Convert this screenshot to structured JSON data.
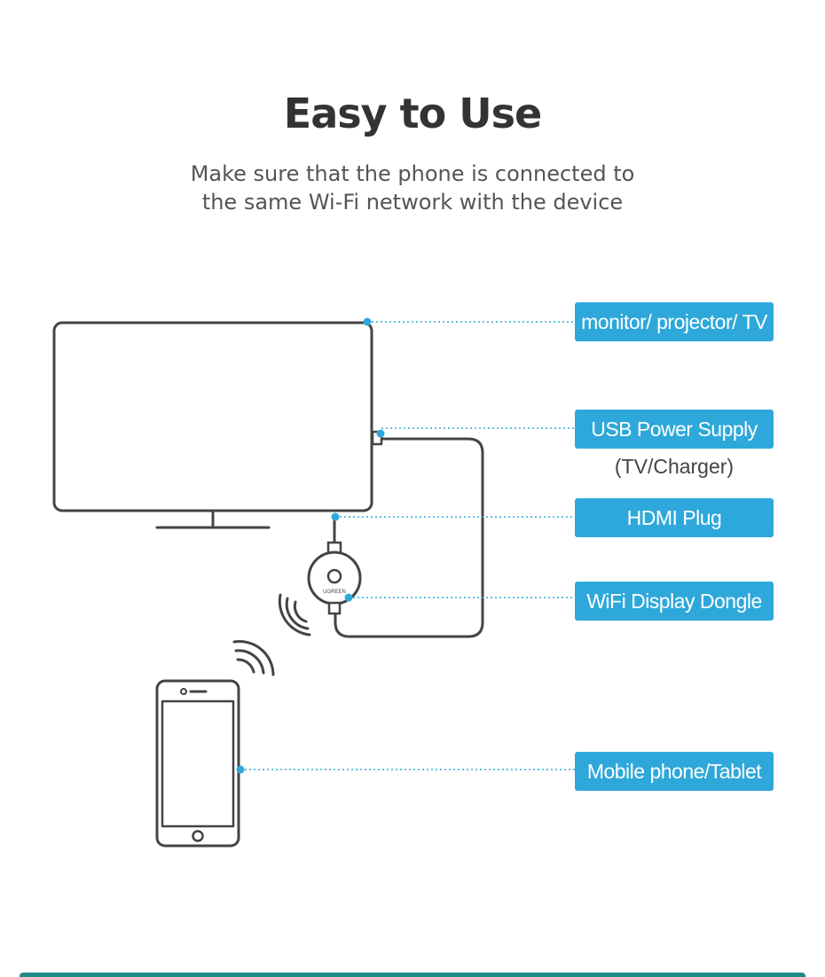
{
  "header": {
    "title": "Easy to Use",
    "subtitle_line1": "Make sure that the phone is connected to",
    "subtitle_line2": "the same Wi-Fi network with the device"
  },
  "labels": {
    "monitor": "monitor/ projector/ TV",
    "usb_power": "USB Power Supply",
    "usb_power_note": "(TV/Charger)",
    "hdmi": "HDMI Plug",
    "dongle": "WiFi Display Dongle",
    "phone": "Mobile phone/Tablet"
  },
  "dongle_brand": "UGREEN",
  "icons": {
    "monitor": "monitor-icon",
    "dongle": "dongle-icon",
    "phone": "phone-icon",
    "signal": "wifi-signal-icon"
  },
  "colors": {
    "accent": "#2ea8da",
    "line": "#444444",
    "text_dark": "#333333",
    "bottom_rule": "#1e8a8a"
  }
}
